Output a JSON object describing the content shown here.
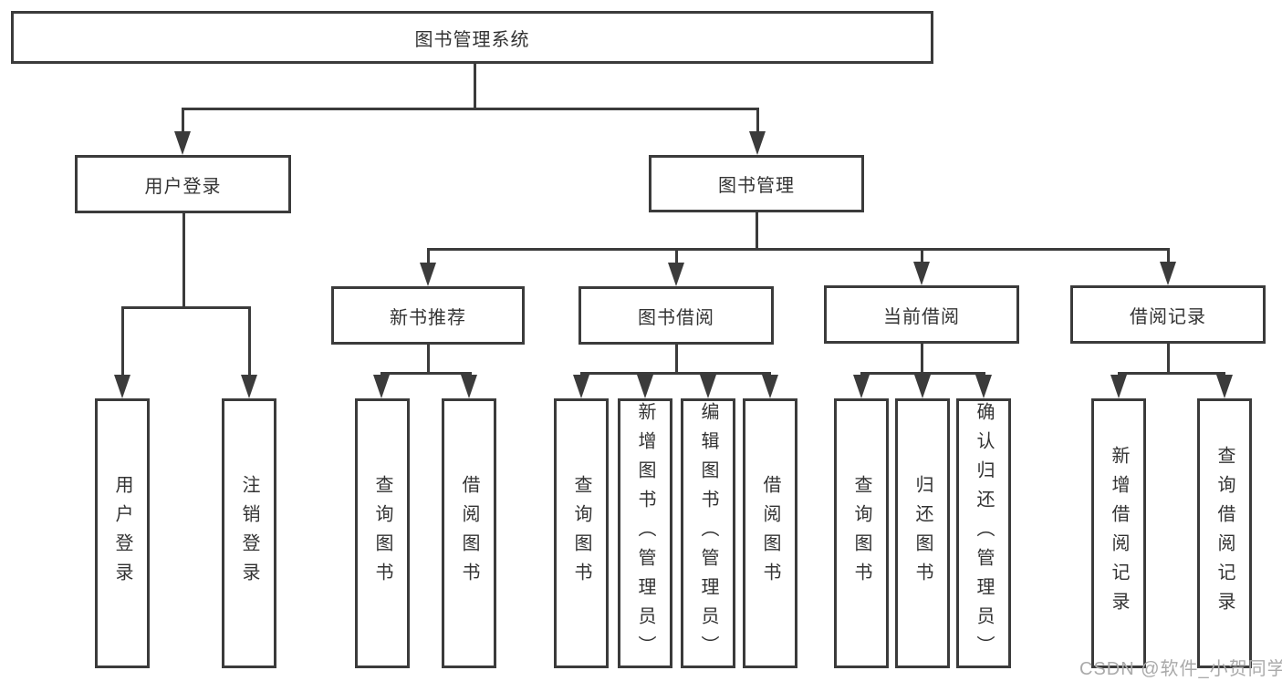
{
  "tree": {
    "root": {
      "label": "图书管理系统",
      "children": [
        {
          "label": "用户登录",
          "children": [
            {
              "label": "用户登录"
            },
            {
              "label": "注销登录"
            }
          ]
        },
        {
          "label": "图书管理",
          "children": [
            {
              "label": "新书推荐",
              "children": [
                {
                  "label": "查询图书"
                },
                {
                  "label": "借阅图书"
                }
              ]
            },
            {
              "label": "图书借阅",
              "children": [
                {
                  "label": "查询图书"
                },
                {
                  "label": "新增图书（管理员）"
                },
                {
                  "label": "编辑图书（管理员）"
                },
                {
                  "label": "借阅图书"
                }
              ]
            },
            {
              "label": "当前借阅",
              "children": [
                {
                  "label": "查询图书"
                },
                {
                  "label": "归还图书"
                },
                {
                  "label": "确认归还（管理员）"
                }
              ]
            },
            {
              "label": "借阅记录",
              "children": [
                {
                  "label": "新增借阅记录"
                },
                {
                  "label": "查询借阅记录"
                }
              ]
            }
          ]
        }
      ]
    }
  },
  "watermark": {
    "text": "CSDN @软件_小贺同学"
  },
  "colors": {
    "line": "#3b3b3b",
    "text": "#333333",
    "watermark": "#aaaaaa",
    "background": "#ffffff"
  }
}
